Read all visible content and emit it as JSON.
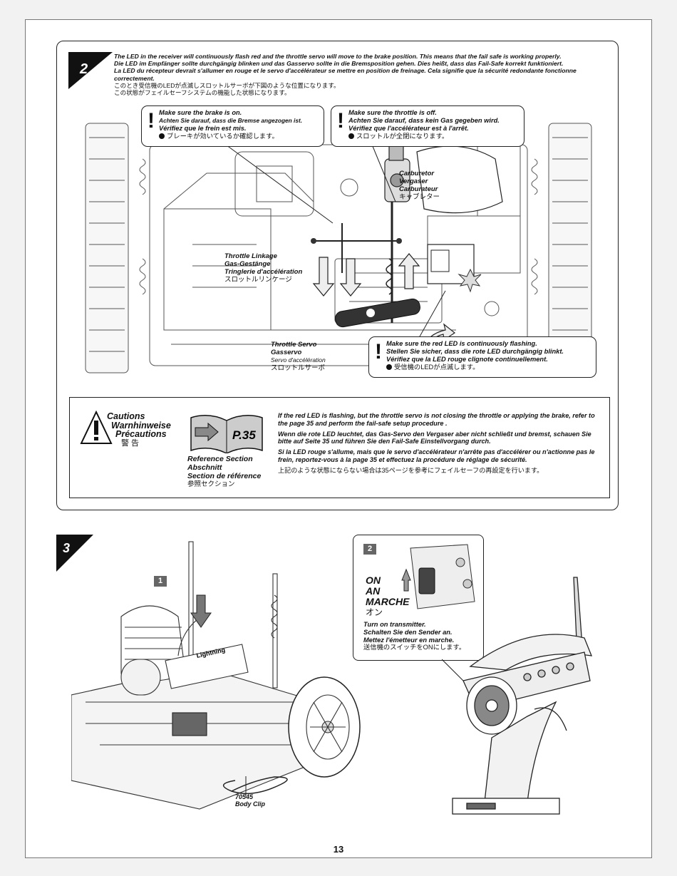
{
  "page_number": "13",
  "step2": {
    "number": "2",
    "intro_en": "The LED in the receiver will continuously flash red and the throttle servo will move to the brake position. This means that the fail safe is working properly.",
    "intro_de": "Die LED im Empfänger sollte durchgängig blinken und das Gasservo sollte in die Bremsposition gehen. Dies heißt, dass das Fail-Safe korrekt funktioniert.",
    "intro_fr": "La LED du récepteur devrait s'allumer en rouge et le servo d'accélérateur se mettre en position de freinage. Cela signifie que la sécurité redondante fonctionne correctement.",
    "intro_jp1": "このとき受信機のLEDが点滅しスロットルサーボが下図のような位置になります。",
    "intro_jp2": "この状態がフェイルセーフシステムの機能した状態になります。",
    "callout_brake": {
      "en": "Make sure the brake is on.",
      "de": "Achten Sie darauf, dass die Bremse angezogen ist.",
      "fr": "Vérifiez que le frein est mis.",
      "jp": "ブレーキが効いているか確認します。"
    },
    "callout_throttle": {
      "en": "Make sure the throttle is off.",
      "de": "Achten Sie darauf, dass kein Gas gegeben wird.",
      "fr": "Vérifiez que l'accélérateur est à l'arrêt.",
      "jp": "スロットルが全閉になります。"
    },
    "callout_led": {
      "en": "Make sure the red LED is continuously flashing.",
      "de": "Stellen Sie sicher, dass die rote LED durchgängig blinkt.",
      "fr": "Vérifiez que la LED rouge clignote continuellement.",
      "jp": "受信機のLEDが点滅します。"
    },
    "carburetor": {
      "en": "Carburetor",
      "de": "Vergaser",
      "fr": "Carburateur",
      "jp": "キャブレター"
    },
    "linkage": {
      "en": "Throttle Linkage",
      "de": "Gas-Gestänge",
      "fr": "Tringlerie d'accélération",
      "jp": "スロットルリンケージ"
    },
    "servo": {
      "en": "Throttle Servo",
      "de": "Gasservo",
      "fr": "Servo d'accélération",
      "jp": "スロットルサーボ"
    },
    "caution": {
      "title_en": "Cautions",
      "title_de": "Warnhinweise",
      "title_fr": "Précautions",
      "title_jp": "警 告",
      "ref_page": "P.35",
      "ref_en": "Reference Section",
      "ref_de": "Abschnitt",
      "ref_fr": "Section de référence",
      "ref_jp": "参照セクション",
      "text_en": "If the red LED is flashing, but the throttle servo is not closing the throttle or applying the brake, refer to the page 35 and perform the fail-safe setup procedure .",
      "text_de": "Wenn die rote LED leuchtet, das Gas-Servo den Vergaser aber nicht schließt und bremst, schauen Sie bitte auf Seite 35 und führen Sie den Fail-Safe Einstellvorgang durch.",
      "text_fr": "Si la LED rouge s'allume, mais que le servo d'accélérateur n'arrête pas d'accélérer ou n'actionne pas le frein, reportez-vous à la page 35 et effectuez la procédure de réglage de sécurité.",
      "text_jp": "上記のような状態にならない場合は35ページを参考にフェイルセーフの再設定を行います。"
    }
  },
  "step3": {
    "number": "3",
    "sub1": "1",
    "sub2": "2",
    "on_en": "ON",
    "on_de": "AN",
    "on_fr": "MARCHE",
    "on_jp": "オン",
    "turn_en": "Turn on transmitter.",
    "turn_de": "Schalten Sie den Sender an.",
    "turn_fr": "Mettez l'émetteur en marche.",
    "turn_jp": "送信機のスイッチをONにします。",
    "clip_part": "70545",
    "clip_name": "Body Clip",
    "lid_brand": "Lightning"
  },
  "colors": {
    "ink": "#111111",
    "panel": "#ffffff",
    "gray": "#666666"
  }
}
